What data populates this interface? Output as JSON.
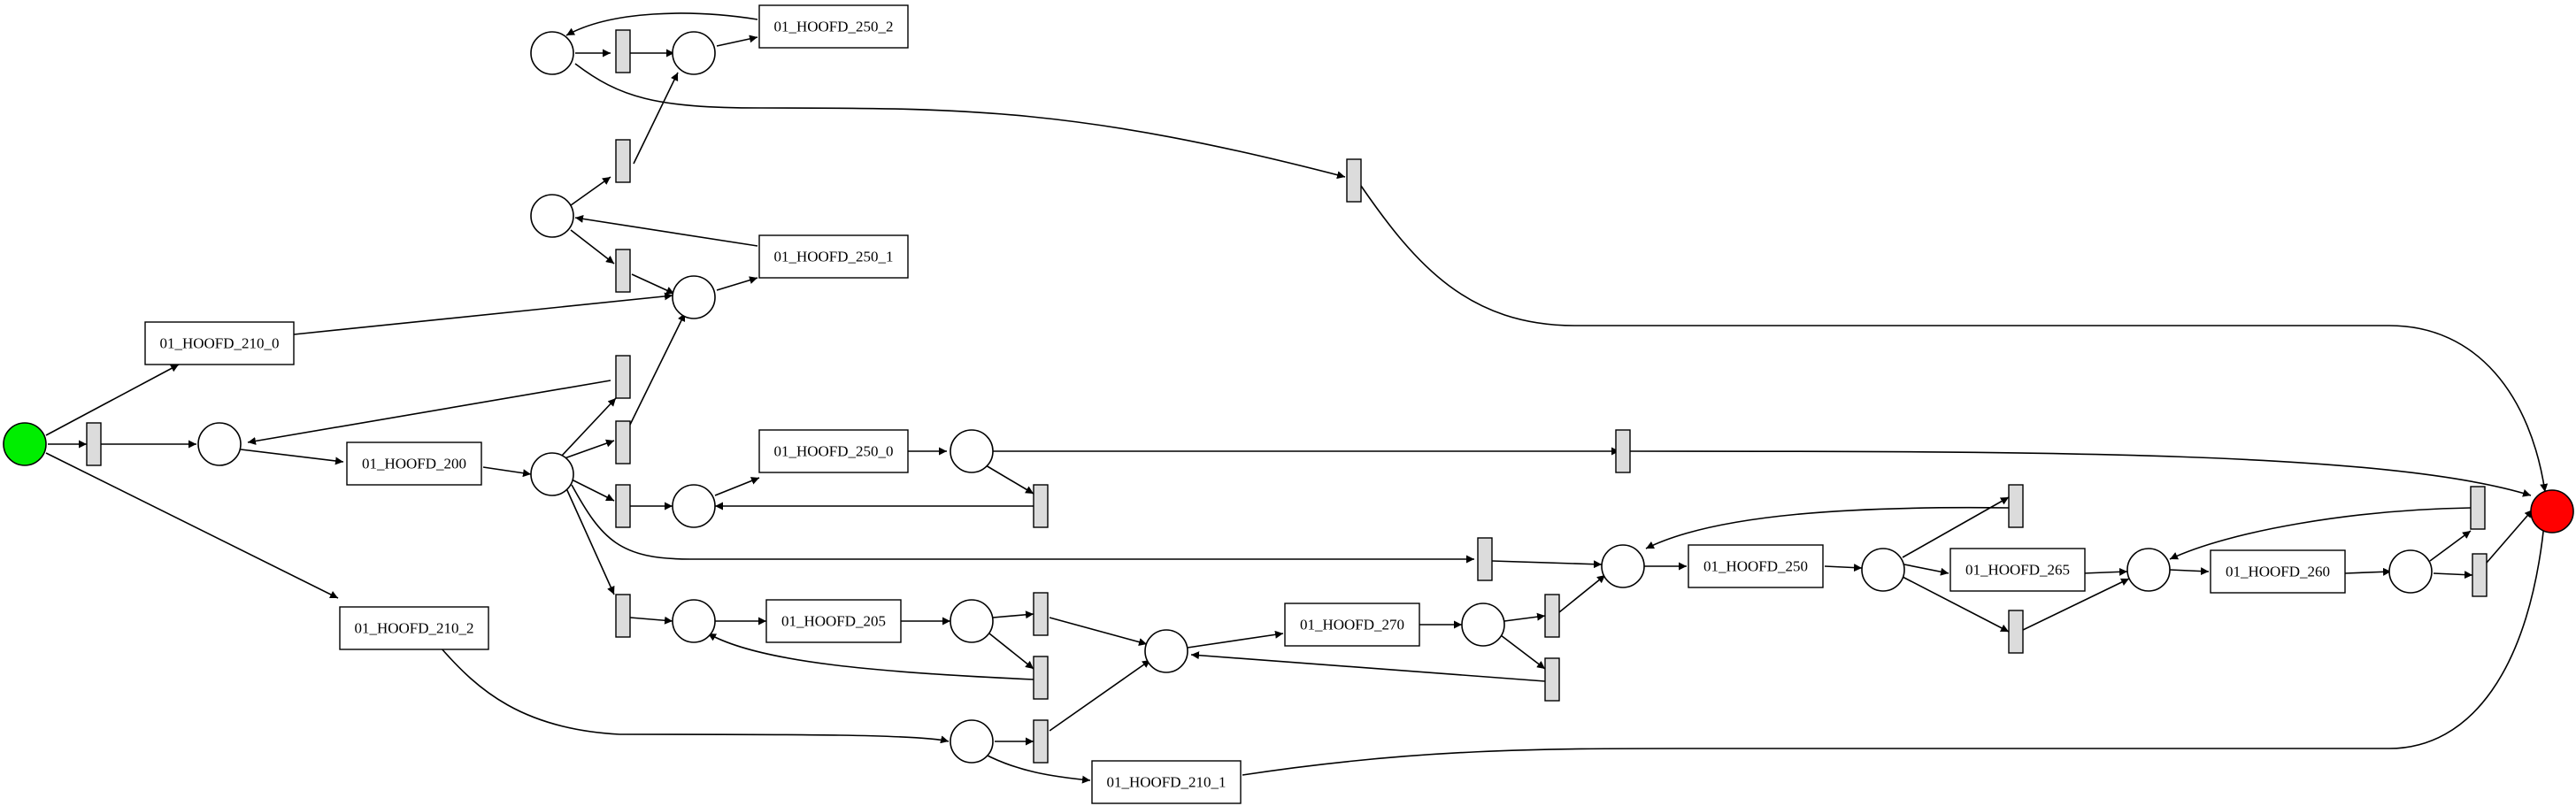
{
  "diagram": {
    "type": "petri-net",
    "transitions": {
      "t_210_0": "01_HOOFD_210_0",
      "t_200": "01_HOOFD_200",
      "t_210_2": "01_HOOFD_210_2",
      "t_250_2": "01_HOOFD_250_2",
      "t_250_1": "01_HOOFD_250_1",
      "t_250_0": "01_HOOFD_250_0",
      "t_205": "01_HOOFD_205",
      "t_210_1": "01_HOOFD_210_1",
      "t_270": "01_HOOFD_270",
      "t_250": "01_HOOFD_250",
      "t_265": "01_HOOFD_265",
      "t_260": "01_HOOFD_260"
    },
    "colors": {
      "start_place": "#00ee00",
      "end_place": "#ff0000",
      "silent_transition": "#dcdcdc"
    }
  }
}
